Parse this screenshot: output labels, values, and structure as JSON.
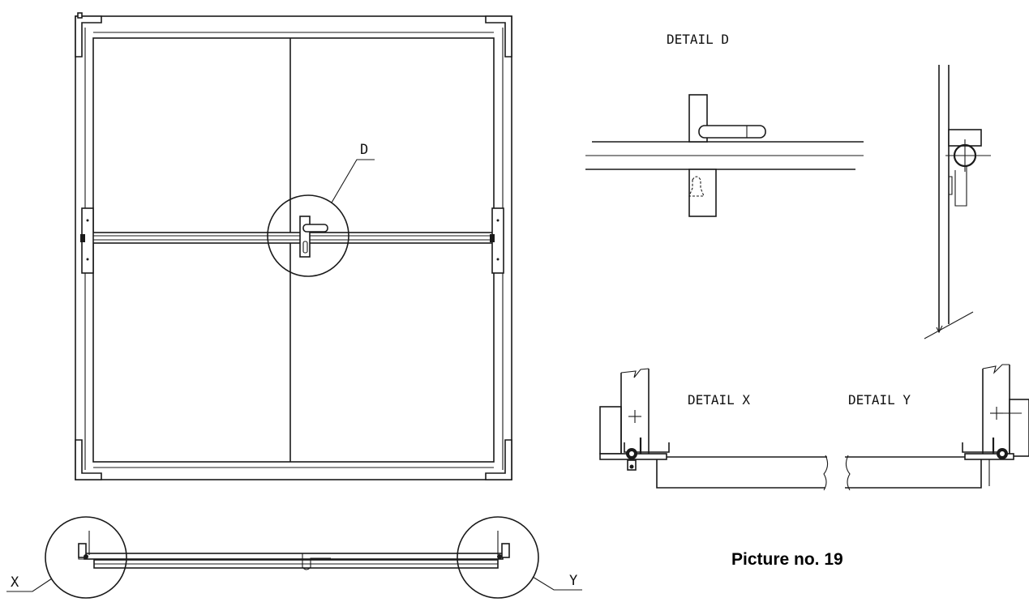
{
  "labels": {
    "detail_d_title": "DETAIL D",
    "detail_x_title": "DETAIL X",
    "detail_y_title": "DETAIL Y",
    "callout_d": "D",
    "callout_x": "X",
    "callout_y": "Y"
  },
  "caption": "Picture no. 19"
}
